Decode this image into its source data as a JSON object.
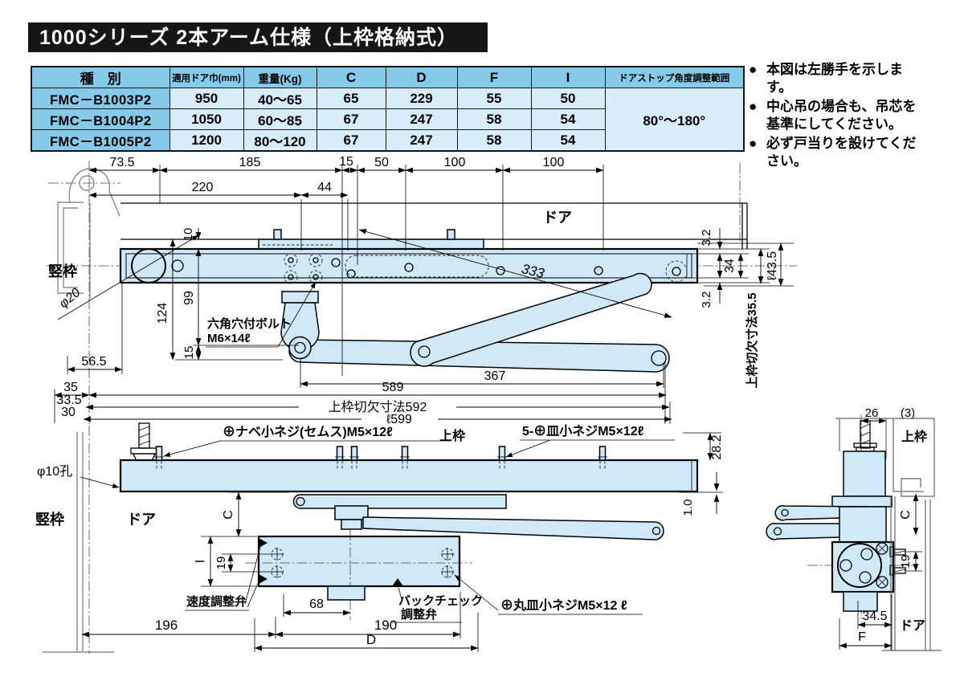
{
  "title": "1000シリーズ 2本アーム仕様（上枠格納式）",
  "table": {
    "headers": {
      "model": "種　別",
      "door_width": "適用ドア巾(mm)",
      "weight": "重量(Kg)",
      "c": "C",
      "d": "D",
      "f": "F",
      "i": "I",
      "stop_range": "ドアストップ角度調整範囲"
    },
    "rows": [
      {
        "model": "FMC－B1003P2",
        "door_width": "950",
        "weight": "40～65",
        "c": "65",
        "d": "229",
        "f": "55",
        "i": "50"
      },
      {
        "model": "FMC－B1004P2",
        "door_width": "1050",
        "weight": "60～85",
        "c": "67",
        "d": "247",
        "f": "58",
        "i": "54"
      },
      {
        "model": "FMC－B1005P2",
        "door_width": "1200",
        "weight": "80～120",
        "c": "67",
        "d": "247",
        "f": "58",
        "i": "54"
      }
    ],
    "stop_range_value": "80°～180°"
  },
  "notes": {
    "bullet": "●",
    "items": [
      [
        "本図は左勝手を示します。",
        ""
      ],
      [
        "中心吊の場合も、吊芯を",
        "基準にしてください。"
      ],
      [
        "必ず戸当りを設けてくだ",
        "さい。"
      ]
    ]
  },
  "tv": {
    "d735": "73.5",
    "d185": "185",
    "d15": "15",
    "d50": "50",
    "d100a": "100",
    "d100b": "100",
    "d220": "220",
    "d44": "44",
    "d10": "10",
    "d99": "99",
    "d15b": "15",
    "d124": "124",
    "d565": "56.5",
    "d35": "35",
    "d335": "33.5",
    "d30": "30",
    "d367": "367",
    "d589": "589",
    "d592": "上枠切欠寸法592",
    "d599": "ℓ599",
    "d32a": "3.2",
    "d34": "34",
    "d32b": "3.2",
    "d355": "上枠切欠寸法35.5",
    "d435": "ℓ43.5",
    "d333": "333",
    "door": "ドア",
    "tate": "竪枠",
    "phi20": "φ20",
    "hexbolt1": "六角穴付ボルト",
    "hexbolt2": "M6×14ℓ"
  },
  "fv": {
    "phi10": "φ10孔",
    "pan": "⊕ナベ小ネジ(セムス)M5×12ℓ",
    "kamiwaku": "上枠",
    "sara": "5-⊕皿小ネジM5×12ℓ",
    "d282": "28.2",
    "d1": "1.0",
    "tate": "竪枠",
    "door": "ドア",
    "dC": "C",
    "dI": "I",
    "d19": "19",
    "speed": "速度調整弁",
    "d68": "68",
    "d196": "196",
    "d190": "190",
    "dD": "D",
    "bc1": "バックチェック",
    "bc2": "調整弁",
    "maru": "⊕丸皿小ネジM5×12 ℓ"
  },
  "sv": {
    "d26": "26",
    "d3": "(3)",
    "kamiwaku": "上枠",
    "dC": "C",
    "d19": "19",
    "d345": "34.5",
    "dF": "F",
    "door": "ドア"
  },
  "colors": {
    "part_fill": "#cfe9f8",
    "table_header_bg": "#85cbe9",
    "table_cell_bg": "#d7edf9",
    "title_bar_bg": "#161616"
  }
}
